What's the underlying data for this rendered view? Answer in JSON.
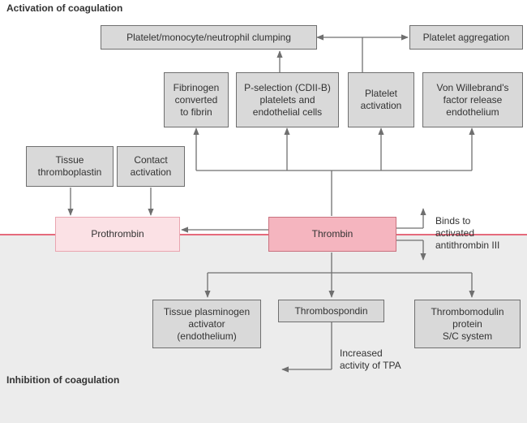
{
  "sections": {
    "activation_title": "Activation of coagulation",
    "inhibition_title": "Inhibition of coagulation"
  },
  "boxes": {
    "clumping": "Platelet/monocyte/neutrophil clumping",
    "aggregation": "Platelet aggregation",
    "fibrinogen": "Fibrinogen\nconverted\nto fibrin",
    "pselection": "P-selection (CDII-B)\nplatelets and\nendothelial cells",
    "platelet_activation": "Platelet\nactivation",
    "vwf": "Von Willebrand's\nfactor release\nendothelium",
    "tissue_thromboplastin": "Tissue\nthromboplastin",
    "contact_activation": "Contact\nactivation",
    "prothrombin": "Prothrombin",
    "thrombin": "Thrombin",
    "tpa": "Tissue plasminogen\nactivator\n(endothelium)",
    "thrombospondin": "Thrombospondin",
    "thrombomodulin": "Thrombomodulin\nprotein\nS/C system"
  },
  "notes": {
    "binds": "Binds to\nactivated\nantithrombin III",
    "increased_tpa": "Increased\nactivity of TPA"
  },
  "colors": {
    "divider": "#e56a7c",
    "box_fill": "#d9d9d9",
    "prothrombin_fill": "#fbe1e5",
    "thrombin_fill": "#f5b5bf",
    "lower_panel": "#ececec"
  }
}
